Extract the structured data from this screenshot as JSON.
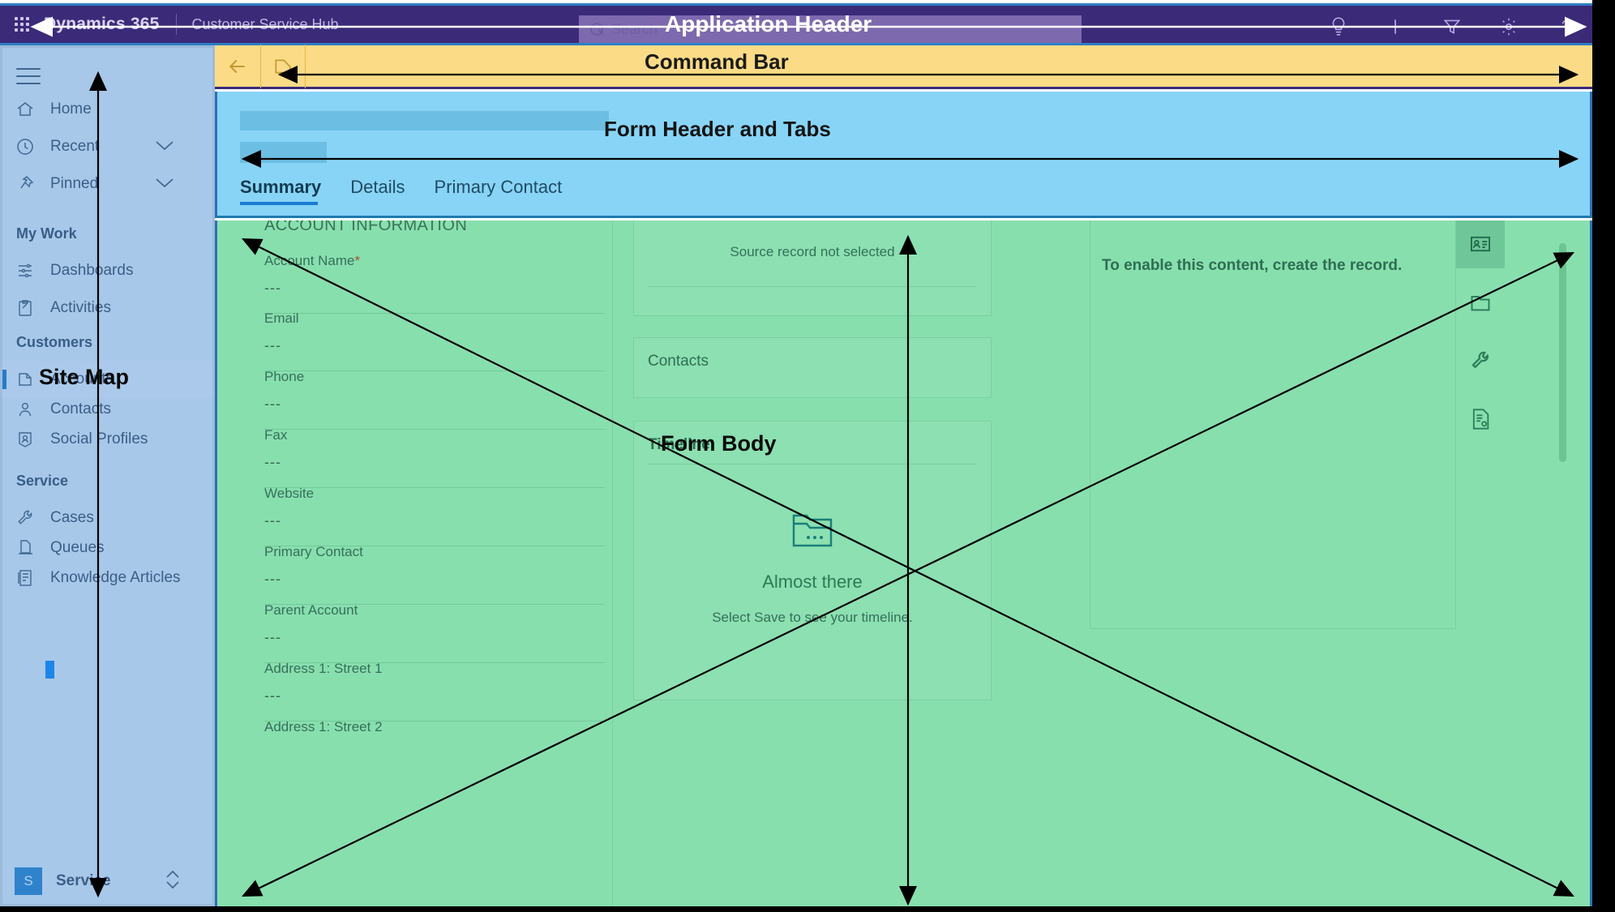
{
  "app_header": {
    "brand": "Dynamics 365",
    "app_name": "Customer Service Hub",
    "search_placeholder": "Search",
    "icons": [
      "waffle-icon",
      "search-icon",
      "lightbulb-icon",
      "plus-icon",
      "filter-icon",
      "gear-icon",
      "help-icon"
    ],
    "colors": {
      "background": "#3B2A78",
      "search_background": "#7D69AE"
    }
  },
  "sitemap": {
    "hamburger": "hamburger-icon",
    "items": [
      {
        "label": "Home",
        "icon": "home-icon"
      },
      {
        "label": "Recent",
        "icon": "clock-icon",
        "chevron": "chevron-down-icon"
      },
      {
        "label": "Pinned",
        "icon": "pin-icon",
        "chevron": "chevron-down-icon"
      }
    ],
    "groups": [
      {
        "title": "My Work",
        "items": [
          {
            "label": "Dashboards",
            "icon": "dashboard-icon"
          },
          {
            "label": "Activities",
            "icon": "activities-icon"
          }
        ]
      },
      {
        "title": "Customers",
        "items": [
          {
            "label": "Accounts",
            "icon": "account-icon",
            "selected": true
          },
          {
            "label": "Contacts",
            "icon": "contact-icon"
          },
          {
            "label": "Social Profiles",
            "icon": "social-profile-icon"
          }
        ]
      },
      {
        "title": "Service",
        "items": [
          {
            "label": "Cases",
            "icon": "wrench-icon"
          },
          {
            "label": "Queues",
            "icon": "queue-icon"
          },
          {
            "label": "Knowledge Articles",
            "icon": "knowledge-icon"
          }
        ]
      }
    ],
    "app_switcher": {
      "badge": "S",
      "label": "Service",
      "chevron": "chevron-up-down-icon"
    }
  },
  "command_bar": {
    "back": "back-arrow-icon",
    "new": "new-record-icon",
    "color": "#FBDB86"
  },
  "form_header": {
    "skeleton_bars": 2,
    "tabs": [
      {
        "label": "Summary",
        "active": true
      },
      {
        "label": "Details",
        "active": false
      },
      {
        "label": "Primary Contact",
        "active": false
      }
    ],
    "color": "#88D4F7"
  },
  "form_body": {
    "color": "#88DFAE",
    "left_column": {
      "section_title": "ACCOUNT INFORMATION",
      "fields": [
        {
          "label": "Account Name",
          "required": true,
          "value": "---"
        },
        {
          "label": "Email",
          "required": false,
          "value": "---"
        },
        {
          "label": "Phone",
          "required": false,
          "value": "---"
        },
        {
          "label": "Fax",
          "required": false,
          "value": "---"
        },
        {
          "label": "Website",
          "required": false,
          "value": "---"
        },
        {
          "label": "Primary Contact",
          "required": false,
          "value": "---"
        },
        {
          "label": "Parent Account",
          "required": false,
          "value": "---"
        },
        {
          "label": "Address 1: Street 1",
          "required": false,
          "value": "---"
        },
        {
          "label": "Address 1: Street 2",
          "required": false,
          "value": ""
        }
      ]
    },
    "middle_column": {
      "source_record": {
        "message": "Source record not selected"
      },
      "contacts": {
        "title": "Contacts"
      },
      "timeline": {
        "title": "Timeline",
        "empty_icon": "folder-ellipsis-icon",
        "empty_heading": "Almost there",
        "empty_text": "Select Save to see your timeline."
      }
    },
    "right_column": {
      "message": "To enable this content, create the record.",
      "rail_icons": [
        {
          "name": "contact-card-icon",
          "selected": true
        },
        {
          "name": "folder-icon",
          "selected": false
        },
        {
          "name": "wrench-icon",
          "selected": false
        },
        {
          "name": "document-icon",
          "selected": false
        }
      ]
    }
  },
  "annotations": [
    {
      "label": "Application Header",
      "region": "app-header"
    },
    {
      "label": "Command Bar",
      "region": "command-bar"
    },
    {
      "label": "Form Header and Tabs",
      "region": "form-header"
    },
    {
      "label": "Site Map",
      "region": "sitemap"
    },
    {
      "label": "Form Body",
      "region": "form-body"
    }
  ]
}
